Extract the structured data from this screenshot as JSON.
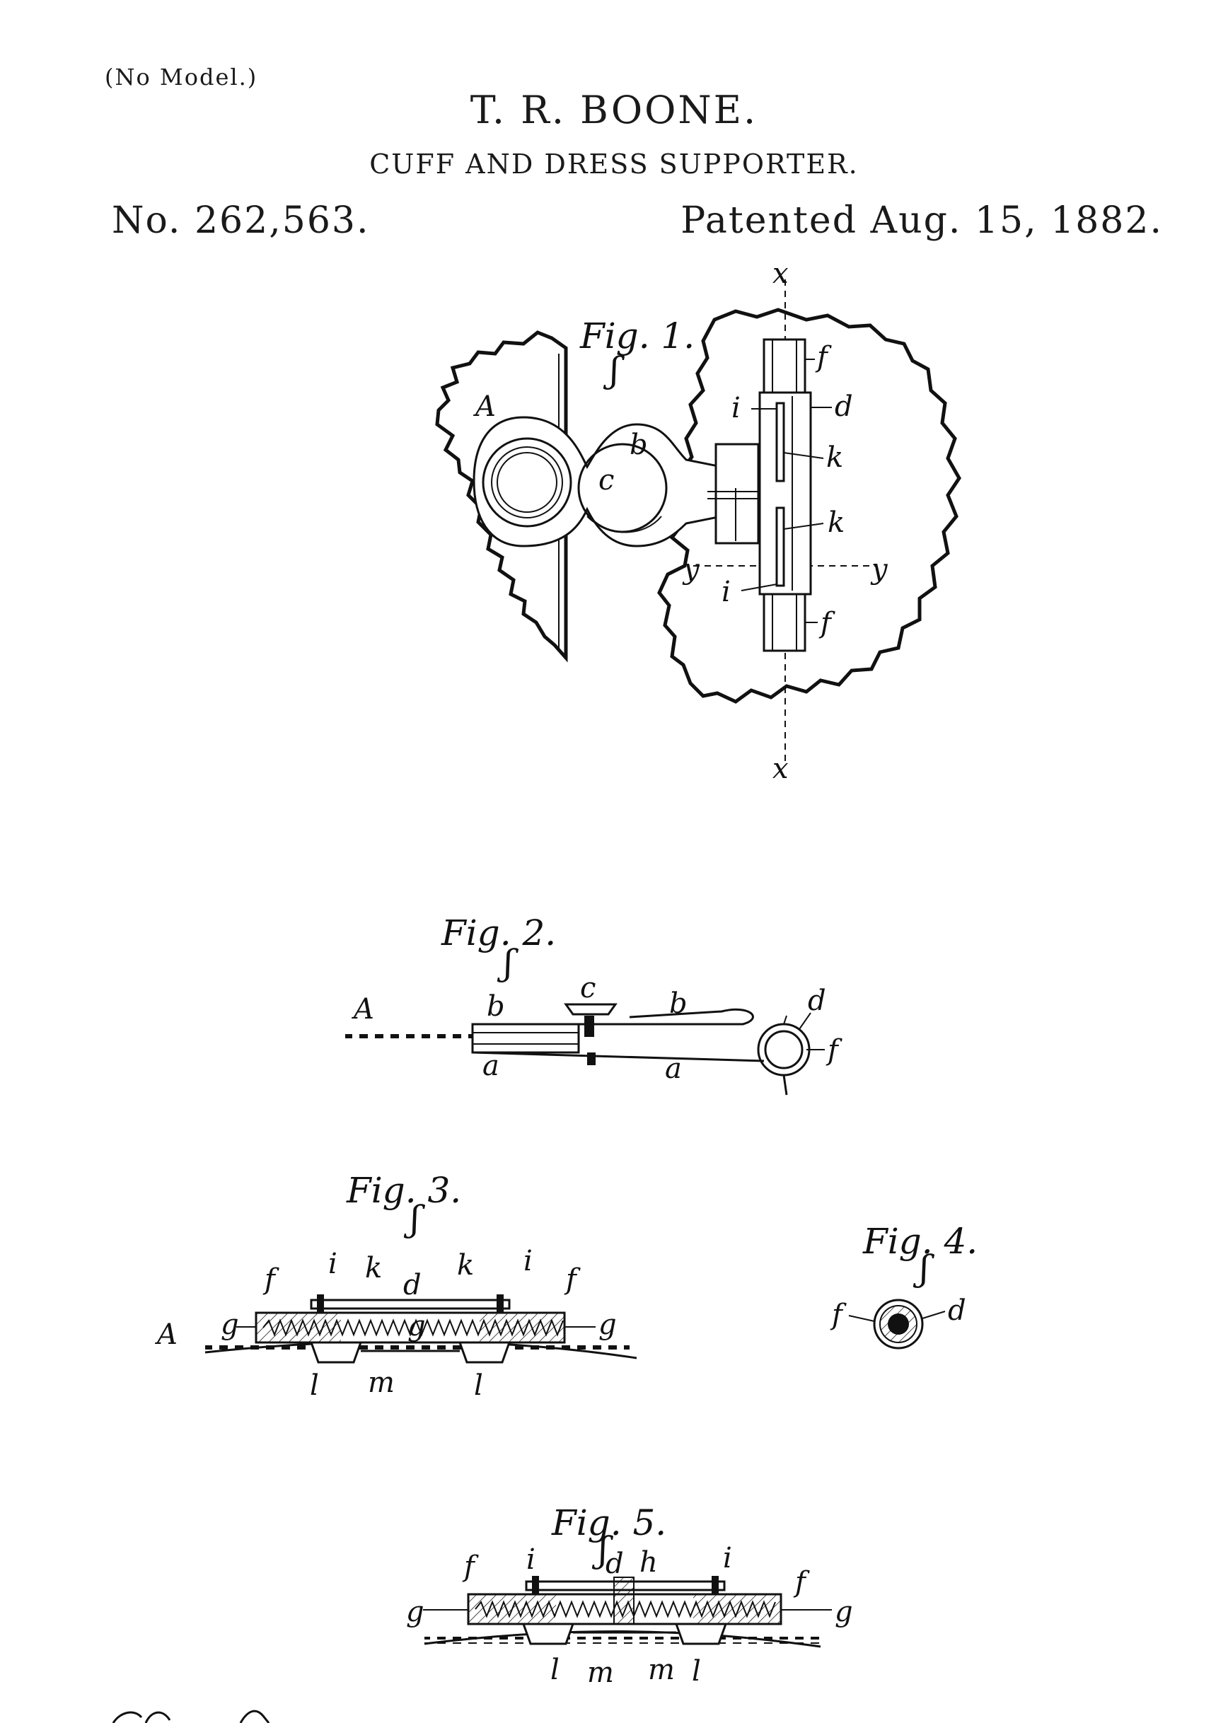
{
  "header": {
    "model_note": "(No Model.)",
    "inventor": "T. R. BOONE.",
    "title": "CUFF AND DRESS SUPPORTER.",
    "patent_number": "No. 262,563.",
    "patent_date": "Patented Aug. 15, 1882."
  },
  "figures": {
    "fig1": {
      "label": "Fig. 1.",
      "parts": {
        "A": "A",
        "b": "b",
        "c": "c",
        "d": "d",
        "f_top": "f",
        "f_bottom": "f",
        "i_top": "i",
        "i_bottom": "i",
        "k_top": "k",
        "k_bottom": "k",
        "x_top": "x",
        "x_bottom": "x",
        "y_left": "y",
        "y_right": "y"
      }
    },
    "fig2": {
      "label": "Fig. 2.",
      "parts": {
        "A": "A",
        "b_left": "b",
        "b_right": "b",
        "c": "c",
        "d": "d",
        "f": "f",
        "a_left": "a",
        "a_right": "a"
      }
    },
    "fig3": {
      "label": "Fig. 3.",
      "parts": {
        "A": "A",
        "f_left": "f",
        "f_right": "f",
        "g_left": "g",
        "g_mid": "g",
        "g_right": "g",
        "i_left": "i",
        "i_right": "i",
        "k_left": "k",
        "k_right": "k",
        "d": "d",
        "l_left": "l",
        "l_right": "l",
        "m": "m"
      }
    },
    "fig4": {
      "label": "Fig. 4.",
      "parts": {
        "f": "f",
        "d": "d"
      }
    },
    "fig5": {
      "label": "Fig. 5.",
      "parts": {
        "f_left": "f",
        "f_right": "f",
        "g_left": "g",
        "g_right": "g",
        "i_left": "i",
        "i_right": "i",
        "d": "d",
        "h": "h",
        "l_left": "l",
        "l_right": "l",
        "m_left": "m",
        "m_right": "m"
      }
    }
  }
}
